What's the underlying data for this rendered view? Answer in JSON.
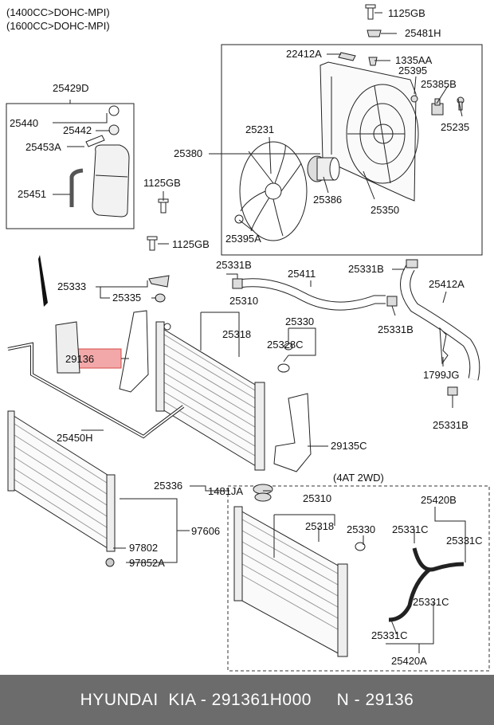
{
  "header": {
    "engine_line_1": "(1400CC>DOHC-MPI)",
    "engine_line_2": "(1600CC>DOHC-MPI)"
  },
  "labels": {
    "p1125GB_top": "1125GB",
    "p25481H": "25481H",
    "p22412A": "22412A",
    "p1335AA": "1335AA",
    "p25395": "25395",
    "p25385B": "25385B",
    "p25235": "25235",
    "p25231": "25231",
    "p25380": "25380",
    "p25386": "25386",
    "p25350": "25350",
    "p25395A": "25395A",
    "p25429D": "25429D",
    "p25440": "25440",
    "p25442": "25442",
    "p25453A": "25453A",
    "p25451": "25451",
    "p1125GB_mid": "1125GB",
    "p1125GB_low": "1125GB",
    "p25331B_a": "25331B",
    "p25331B_b": "25331B",
    "p25331B_c": "25331B",
    "p25331B_d": "25331B",
    "p25411": "25411",
    "p25412A": "25412A",
    "p25333": "25333",
    "p25335": "25335",
    "p25310": "25310",
    "p25318": "25318",
    "p25330": "25330",
    "p25328C": "25328C",
    "p29136": "29136",
    "p1799JG": "1799JG",
    "p25450H": "25450H",
    "p29135C": "29135C",
    "p25336": "25336",
    "p1481JA": "1481JA",
    "p97606": "97606",
    "p97802": "97802",
    "p97852A": "97852A",
    "inset_title": "(4AT 2WD)",
    "inset_25310": "25310",
    "inset_25318": "25318",
    "inset_25330": "25330",
    "inset_25420B": "25420B",
    "inset_25331C_a": "25331C",
    "inset_25331C_b": "25331C",
    "inset_25331C_c": "25331C",
    "inset_25331C_d": "25331C",
    "inset_25420A": "25420A"
  },
  "footer": {
    "caption": "HYUNDAI  KIA - 291361H000     N - 29136"
  },
  "colors": {
    "highlight": "#f2a8a8",
    "footer_bg": "#6c6c6c"
  }
}
